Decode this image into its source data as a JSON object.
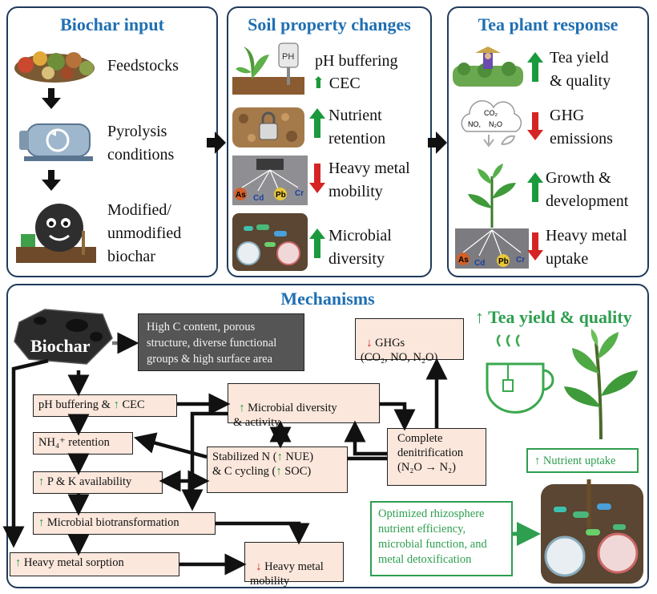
{
  "panels": {
    "biochar_input": {
      "title": "Biochar input",
      "steps": [
        "Feedstocks",
        "Pyrolysis\nconditions",
        "Modified/\nunmodified\nbiochar"
      ]
    },
    "soil_changes": {
      "title": "Soil property changes",
      "ph": "pH buffering",
      "cec": "CEC",
      "nutrient": "Nutrient\nretention",
      "heavy_metal": "Heavy metal\nmobility",
      "microbial": "Microbial\ndiversity",
      "metal_labels": [
        "As",
        "Cd",
        "Pb",
        "Cr"
      ],
      "ph_probe_label": "PH"
    },
    "tea_response": {
      "title": "Tea plant response",
      "yield": "Tea yield\n& quality",
      "ghg": "GHG\nemissions",
      "growth": "Growth &\ndevelopment",
      "uptake": "Heavy metal\nuptake",
      "gas_labels": [
        "CO₂",
        "NO,",
        "N₂O"
      ],
      "metal_labels": [
        "As",
        "Cd",
        "Pb",
        "Cr"
      ]
    }
  },
  "mechanisms": {
    "title": "Mechanisms",
    "biochar_label": "Biochar",
    "properties": "High C content, porous structure, diverse functional groups & high surface area",
    "ph_cec_prefix": "pH buffering & ",
    "ph_cec_up": "↑",
    "ph_cec_suffix": " CEC",
    "nh4": "NH₄⁺ retention",
    "pk_up": "↑",
    "pk": " P & K availability",
    "biotrans_up": "↑",
    "biotrans": " Microbial biotransformation",
    "sorption_up": "↑",
    "sorption": " Heavy metal sorption",
    "microbial_up": "↑",
    "microbial": " Microbial diversity\n& activity",
    "stab_n_1": "Stabilized N (",
    "stab_n_up1": "↑",
    "stab_n_2": " NUE)",
    "stab_c_1": "& C cycling (",
    "stab_c_up": "↑",
    "stab_c_2": " SOC)",
    "denit": "Complete\ndenitrification\n(N₂O → N₂)",
    "ghg_down": "↓",
    "ghg": " GHGs\n(CO₂, NO, N₂O)",
    "hm_down": "↓",
    "hm": " Heavy metal\nmobility",
    "tea_yield": "↑ Tea yield & quality",
    "nutrient_uptake": "↑ Nutrient uptake",
    "rhizosphere": "Optimized rhizosphere nutrient efficiency, microbial function, and metal detoxification"
  },
  "colors": {
    "title_blue": "#1f6fb2",
    "up_green": "#1a9a3c",
    "down_red": "#d42424",
    "box_fill": "#fbe7dc",
    "green_box": "#2e9e4f"
  }
}
